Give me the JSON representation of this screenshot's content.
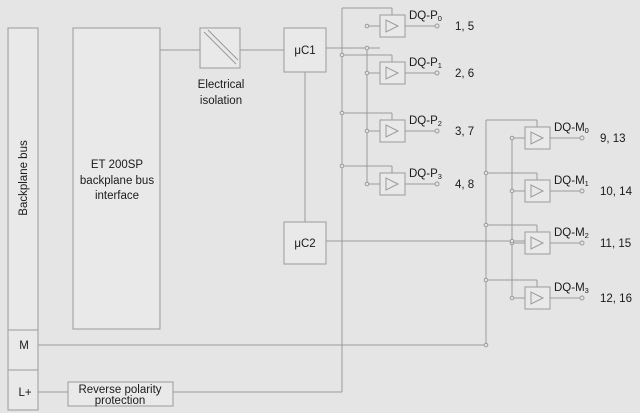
{
  "blocks": {
    "backplane_bus": "Backplane bus",
    "interface_line1": "ET 200SP",
    "interface_line2": "backplane bus",
    "interface_line3": "interface",
    "isolation_line1": "Electrical",
    "isolation_line2": "isolation",
    "uc1": "μC1",
    "uc2": "μC2",
    "reverse_line1": "Reverse polarity",
    "reverse_line2": "protection",
    "m_label": "M",
    "lplus_label": "L+"
  },
  "outputs_p": [
    {
      "name": "DQ-P",
      "index": "0",
      "terminals": "1, 5"
    },
    {
      "name": "DQ-P",
      "index": "1",
      "terminals": "2, 6"
    },
    {
      "name": "DQ-P",
      "index": "2",
      "terminals": "3, 7"
    },
    {
      "name": "DQ-P",
      "index": "3",
      "terminals": "4, 8"
    }
  ],
  "outputs_m": [
    {
      "name": "DQ-M",
      "index": "0",
      "terminals": "9, 13"
    },
    {
      "name": "DQ-M",
      "index": "1",
      "terminals": "10, 14"
    },
    {
      "name": "DQ-M",
      "index": "2",
      "terminals": "11, 15"
    },
    {
      "name": "DQ-M",
      "index": "3",
      "terminals": "12, 16"
    }
  ]
}
